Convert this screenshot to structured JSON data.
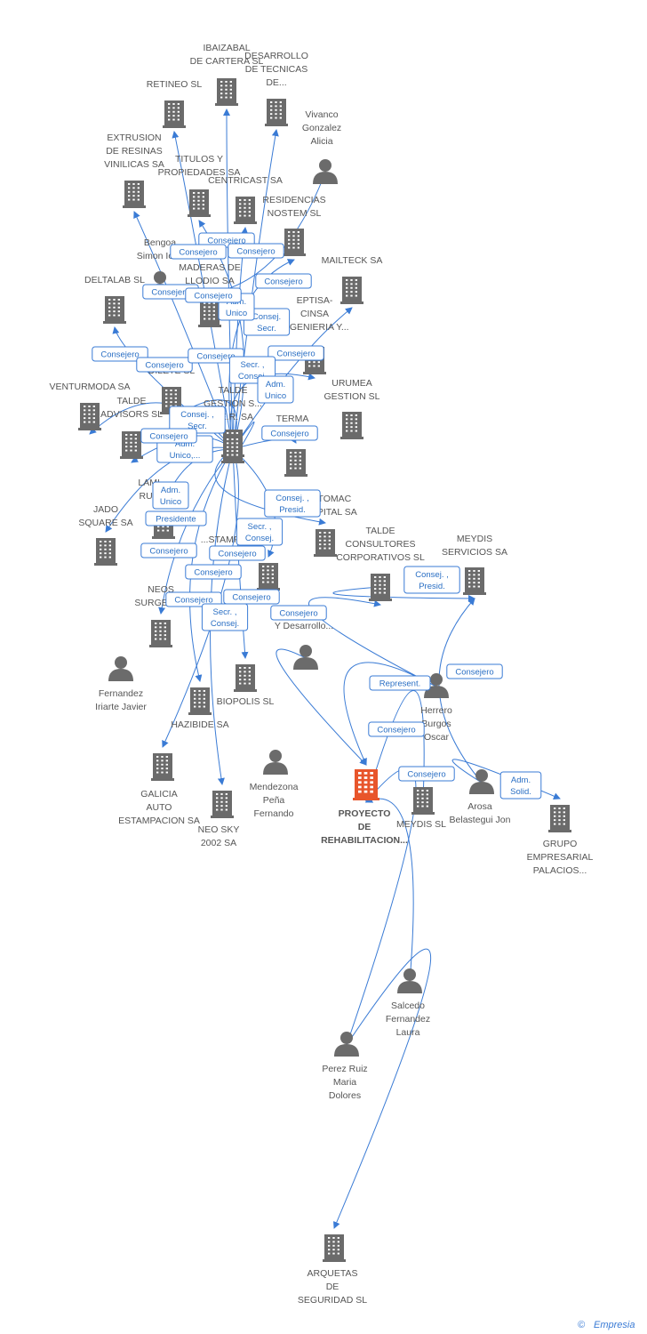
{
  "colors": {
    "edge": "#3a7bd5",
    "node": "#6b6b6b",
    "focus": "#e8552b",
    "label": "#555555"
  },
  "main": {
    "id": "focus",
    "label": [
      "PROYECTO",
      "DE",
      "REHABILITACION..."
    ]
  },
  "nodes": [
    {
      "id": "ibaizabal",
      "kind": "company",
      "label": [
        "IBAIZABAL",
        "DE CARTERA SL"
      ]
    },
    {
      "id": "desarrollo",
      "kind": "company",
      "label": [
        "DESARROLLO",
        "DE TECNICAS",
        "DE..."
      ]
    },
    {
      "id": "retineo",
      "kind": "company",
      "label": [
        "RETINEO SL"
      ]
    },
    {
      "id": "vivanco",
      "kind": "person",
      "label": [
        "Vivanco",
        "Gonzalez",
        "Alicia"
      ]
    },
    {
      "id": "extrusion",
      "kind": "company",
      "label": [
        "EXTRUSION",
        "DE RESINAS",
        "VINILICAS SA"
      ]
    },
    {
      "id": "titulos",
      "kind": "company",
      "label": [
        "TITULOS Y",
        "PROPIEDADES SA"
      ]
    },
    {
      "id": "centricast",
      "kind": "company",
      "label": [
        "CENTRICAST SA"
      ]
    },
    {
      "id": "residencias",
      "kind": "company",
      "label": [
        "RESIDENCIAS",
        "NOSTEM SL"
      ]
    },
    {
      "id": "bengoa",
      "kind": "person",
      "label": [
        "Bengoa",
        "Simon Iosu"
      ]
    },
    {
      "id": "maderas",
      "kind": "company",
      "label": [
        "MADERAS DE",
        "LLODIO SA"
      ]
    },
    {
      "id": "mailteck",
      "kind": "company",
      "label": [
        "MAILTECK SA"
      ]
    },
    {
      "id": "deltalab",
      "kind": "company",
      "label": [
        "DELTALAB  SL"
      ]
    },
    {
      "id": "eptisa",
      "kind": "company",
      "label": [
        "EPTISA-",
        "CINSA",
        "INGENIERIA Y..."
      ]
    },
    {
      "id": "dilete",
      "kind": "company",
      "label": [
        "DILETE SL"
      ]
    },
    {
      "id": "venturmoda",
      "kind": "company",
      "label": [
        "VENTURMODA SA"
      ]
    },
    {
      "id": "taldegestion",
      "kind": "company",
      "label": [
        "TALDE",
        "GESTION S...",
        "...E.R. SA"
      ]
    },
    {
      "id": "urumea",
      "kind": "company",
      "label": [
        "URUMEA",
        "GESTION SL"
      ]
    },
    {
      "id": "taldeadvisors",
      "kind": "company",
      "label": [
        "TALDE",
        "ADVISORS SL"
      ]
    },
    {
      "id": "terma",
      "kind": "company",
      "label": [
        "TERMA"
      ]
    },
    {
      "id": "laminados",
      "kind": "company",
      "label": [
        "LAMI...",
        "RUE..."
      ]
    },
    {
      "id": "centrohub",
      "kind": "company",
      "label": []
    },
    {
      "id": "jado",
      "kind": "company",
      "label": [
        "JADO",
        "SQUARE SA"
      ]
    },
    {
      "id": "tomac",
      "kind": "company",
      "label": [
        "...TOMAC",
        "CAPITAL SA"
      ]
    },
    {
      "id": "taldeconsultores",
      "kind": "company",
      "label": [
        "TALDE",
        "CONSULTORES",
        "CORPORATIVOS SL"
      ]
    },
    {
      "id": "meydisservicios",
      "kind": "company",
      "label": [
        "MEYDIS",
        "SERVICIOS SA"
      ]
    },
    {
      "id": "estampacion",
      "kind": "company",
      "label": [
        "...STAMPACION",
        "...TIOS..."
      ]
    },
    {
      "id": "neos",
      "kind": "company",
      "label": [
        "NEOS",
        "SURGERY..."
      ]
    },
    {
      "id": "innovacion",
      "kind": "person",
      "label": [
        "...on",
        "Y Desarrollo..."
      ]
    },
    {
      "id": "fernandez",
      "kind": "person",
      "label": [
        "Fernandez",
        "Iriarte Javier"
      ]
    },
    {
      "id": "hazibide",
      "kind": "company",
      "label": [
        "HAZIBIDE SA"
      ]
    },
    {
      "id": "biopolis",
      "kind": "company",
      "label": [
        "BIOPOLIS SL"
      ]
    },
    {
      "id": "herrero",
      "kind": "person",
      "label": [
        "Herrero",
        "Burgos",
        "Oscar"
      ]
    },
    {
      "id": "galicia",
      "kind": "company",
      "label": [
        "GALICIA",
        "AUTO",
        "ESTAMPACION SA"
      ]
    },
    {
      "id": "mendezona",
      "kind": "person",
      "label": [
        "Mendezona",
        "Peña",
        "Fernando"
      ]
    },
    {
      "id": "neosky",
      "kind": "company",
      "label": [
        "NEO SKY",
        "2002 SA"
      ]
    },
    {
      "id": "meydissl",
      "kind": "company",
      "label": [
        "MEYDIS SL"
      ]
    },
    {
      "id": "arosa",
      "kind": "person",
      "label": [
        "Arosa",
        "Belastegui Jon"
      ]
    },
    {
      "id": "grupo",
      "kind": "company",
      "label": [
        "GRUPO",
        "EMPRESARIAL",
        "PALACIOS..."
      ]
    },
    {
      "id": "salcedo",
      "kind": "person",
      "label": [
        "Salcedo",
        "Fernandez",
        "Laura"
      ]
    },
    {
      "id": "perez",
      "kind": "person",
      "label": [
        "Perez Ruiz",
        "Maria",
        "Dolores"
      ]
    },
    {
      "id": "arquetas",
      "kind": "company",
      "label": [
        "ARQUETAS",
        "DE",
        "SEGURIDAD SL"
      ]
    }
  ],
  "relations": [
    {
      "from": "centrohub",
      "to": "ibaizabal",
      "label": [
        "Consejero"
      ]
    },
    {
      "from": "centrohub",
      "to": "desarrollo",
      "label": [
        "Consejero"
      ]
    },
    {
      "from": "centrohub",
      "to": "retineo",
      "label": [
        "Consejero"
      ]
    },
    {
      "from": "vivanco",
      "to": "maderas",
      "label": [
        "Consejero"
      ]
    },
    {
      "from": "centrohub",
      "to": "extrusion",
      "label": [
        "Consejero"
      ]
    },
    {
      "from": "centrohub",
      "to": "titulos",
      "label": [
        "Consej.",
        "Secr."
      ]
    },
    {
      "from": "centrohub",
      "to": "centricast",
      "label": [
        "Adm.",
        "Unico"
      ]
    },
    {
      "from": "centrohub",
      "to": "residencias",
      "label": [
        "Consejero"
      ]
    },
    {
      "from": "centrohub",
      "to": "mailteck",
      "label": [
        "Consejero"
      ]
    },
    {
      "from": "centrohub",
      "to": "deltalab",
      "label": [
        "Consejero"
      ]
    },
    {
      "from": "centrohub",
      "to": "venturmoda",
      "label": [
        "Consejero"
      ]
    },
    {
      "from": "centrohub",
      "to": "eptisa",
      "label": [
        "Consejero"
      ]
    },
    {
      "from": "centrohub",
      "to": "dilete",
      "label": [
        "Secr. ,",
        "Consej."
      ]
    },
    {
      "from": "centrohub",
      "to": "taldegestion",
      "label": [
        "Adm.",
        "Unico"
      ]
    },
    {
      "from": "centrohub",
      "to": "taldeadvisors",
      "label": [
        "Consej. ,",
        "Secr."
      ]
    },
    {
      "from": "centrohub",
      "to": "terma",
      "label": [
        "Consejero"
      ]
    },
    {
      "from": "centrohub",
      "to": "laminados",
      "label": [
        "Adm.",
        "Unico,..."
      ]
    },
    {
      "from": "centrohub",
      "to": "jado",
      "label": [
        "Consejero"
      ]
    },
    {
      "from": "centrohub",
      "to": "tomac",
      "label": [
        "Adm.",
        "Unico"
      ]
    },
    {
      "from": "centrohub",
      "to": "estampacion",
      "label": [
        "Consej. ,",
        "Presid."
      ]
    },
    {
      "from": "centrohub",
      "to": "neos",
      "label": [
        "Presidente"
      ]
    },
    {
      "from": "centrohub",
      "to": "hazibide",
      "label": [
        "Consejero"
      ]
    },
    {
      "from": "centrohub",
      "to": "biopolis",
      "label": [
        "Consejero"
      ]
    },
    {
      "from": "centrohub",
      "to": "galicia",
      "label": [
        "Secr. ,",
        "Consej."
      ]
    },
    {
      "from": "centrohub",
      "to": "neosky",
      "label": [
        "Consejero"
      ]
    },
    {
      "from": "innovacion",
      "to": "focus",
      "label": [
        "Secr. ,",
        "Consej."
      ]
    },
    {
      "from": "taldeconsultores",
      "to": "meydisservicios",
      "label": [
        "Consejero"
      ]
    },
    {
      "from": "herrero",
      "to": "taldeconsultores",
      "label": [
        "Consejero"
      ]
    },
    {
      "from": "herrero",
      "to": "focus",
      "label": [
        "Consejero"
      ]
    },
    {
      "from": "meydissl",
      "to": "focus",
      "label": [
        "Consej. ,",
        "Presid."
      ]
    },
    {
      "from": "arosa",
      "to": "meydisservicios",
      "label": [
        "Represent."
      ]
    },
    {
      "from": "arosa",
      "to": "grupo",
      "label": [
        "Consejero"
      ]
    },
    {
      "from": "salcedo",
      "to": "focus",
      "label": [
        "Consejero"
      ]
    },
    {
      "from": "perez",
      "to": "focus",
      "label": [
        "Consejero"
      ]
    },
    {
      "from": "perez",
      "to": "arquetas",
      "label": [
        "Adm.",
        "Solid."
      ]
    }
  ],
  "footer": {
    "copyright": "©",
    "brand": "Empresia"
  }
}
